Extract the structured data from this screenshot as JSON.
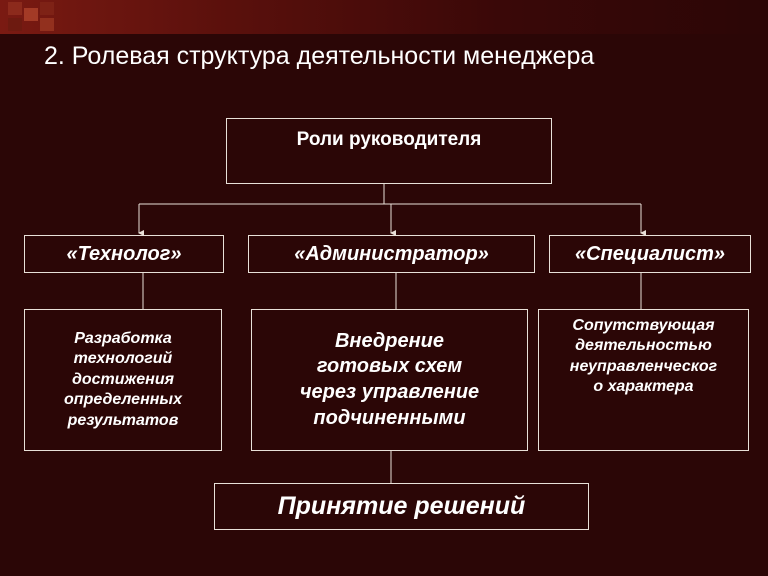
{
  "slide": {
    "title": "2. Ролевая структура деятельности менеджера"
  },
  "diagram": {
    "root": "Роли руководителя",
    "roles": [
      "«Технолог»",
      "«Администратор»",
      "«Специалист»"
    ],
    "descriptions": [
      [
        "Разработка",
        "технологий",
        "достижения",
        "определенных",
        "результатов"
      ],
      [
        "Внедрение",
        "готовых схем",
        "через управление",
        "подчиненными"
      ],
      [
        "Сопутствующая",
        "деятельностью",
        "неуправленческог",
        "о характера"
      ]
    ],
    "decision": "Принятие решений"
  },
  "colors": {
    "background": "#2b0606",
    "accent": "#7a1a12",
    "line": "#e8e0d8",
    "text": "#ffffff"
  }
}
